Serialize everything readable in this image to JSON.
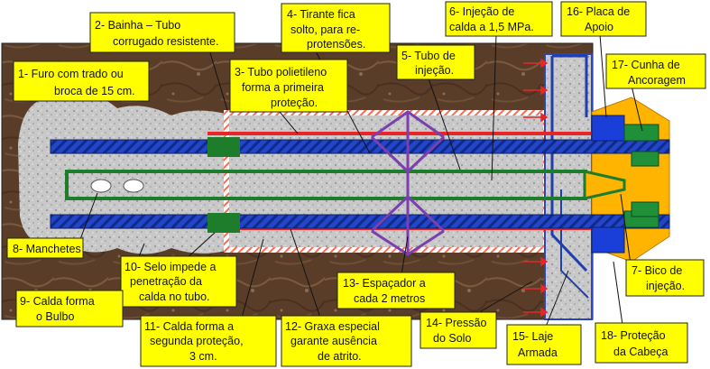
{
  "title": "",
  "colors": {
    "soil": "#5a3d28",
    "grout": "#c9c9c9",
    "label_fill": "#ffff00",
    "bar": "#1f3fae",
    "corrugated": "#e24a3a",
    "manchette_tube": "#1e7d2a",
    "spacer": "#7b3fb0",
    "anchor_block": "#ffb400",
    "wedge": "#1f8f3a"
  },
  "labels": {
    "l1": [
      "1-  Furo com trado ou",
      "broca de 15 cm."
    ],
    "l2": [
      "2- Bainha – Tubo",
      "corrugado resistente."
    ],
    "l3": [
      "3- Tubo polietileno",
      "forma a primeira",
      "proteção."
    ],
    "l4": [
      "4- Tirante fica",
      "solto, para re-",
      "protensões."
    ],
    "l5": [
      "5- Tubo de",
      "injeção."
    ],
    "l6": [
      "6- Injeção de",
      "calda a 1,5 MPa."
    ],
    "l16": [
      "16- Placa de",
      "Apoio"
    ],
    "l17": [
      "17- Cunha de",
      "Ancoragem"
    ],
    "l8": [
      "8- Manchetes"
    ],
    "l10": [
      "10- Selo impede a",
      "penetração da",
      "calda no tubo."
    ],
    "l9": [
      "9- Calda forma",
      "o Bulbo"
    ],
    "l11": [
      "11- Calda forma a",
      "segunda proteção,",
      "3 cm."
    ],
    "l12": [
      "12- Graxa especial",
      "garante ausência",
      "de atrito."
    ],
    "l13": [
      "13- Espaçador a",
      "cada 2 metros"
    ],
    "l14": [
      "14- Pressão",
      "do Solo"
    ],
    "l15": [
      "15- Laje",
      "Armada"
    ],
    "l18": [
      "18- Proteção",
      "da Cabeça"
    ],
    "l7": [
      "7- Bico de",
      "injeção."
    ]
  }
}
